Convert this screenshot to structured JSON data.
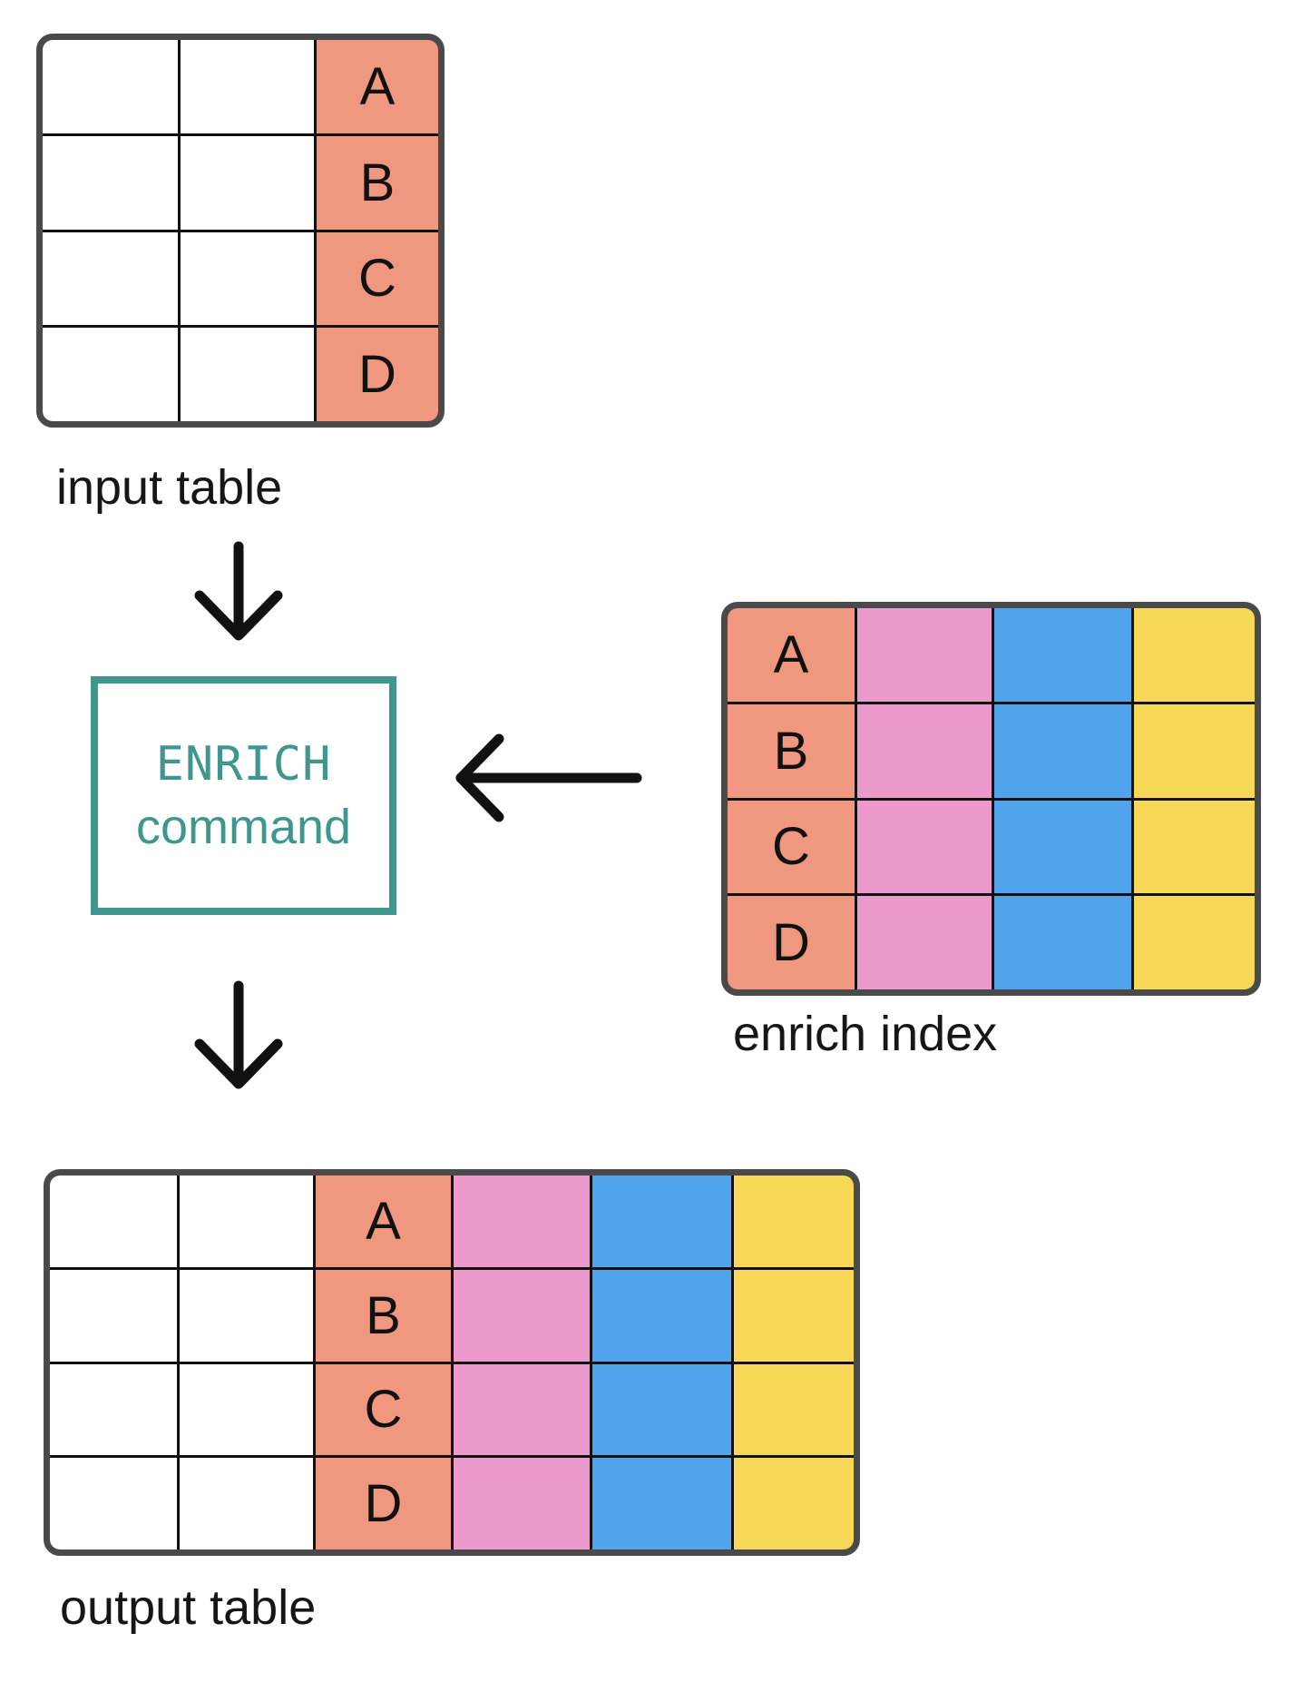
{
  "labels": {
    "input_table": "input table",
    "enrich_index": "enrich index",
    "output_table": "output table"
  },
  "enrich_command": {
    "name": "ENRICH",
    "caption": "command"
  },
  "input_table": {
    "key_values": [
      "A",
      "B",
      "C",
      "D"
    ]
  },
  "enrich_index": {
    "key_values": [
      "A",
      "B",
      "C",
      "D"
    ]
  },
  "output_table": {
    "key_values": [
      "A",
      "B",
      "C",
      "D"
    ]
  },
  "icons": {
    "arrow_input_to_command": "arrow-down",
    "arrow_index_to_command": "arrow-left",
    "arrow_command_to_output": "arrow-down"
  },
  "colors": {
    "key_column": "#ef987f",
    "enrich_column_pink": "#ec99cb",
    "enrich_column_blue": "#4fa4ec",
    "enrich_column_yellow": "#f7d756",
    "command_accent": "#3f968c",
    "table_outer_border": "#4a4a4a",
    "grid_line": "#111111",
    "arrow": "#111111",
    "background": "#ffffff",
    "label_text": "#161616"
  }
}
